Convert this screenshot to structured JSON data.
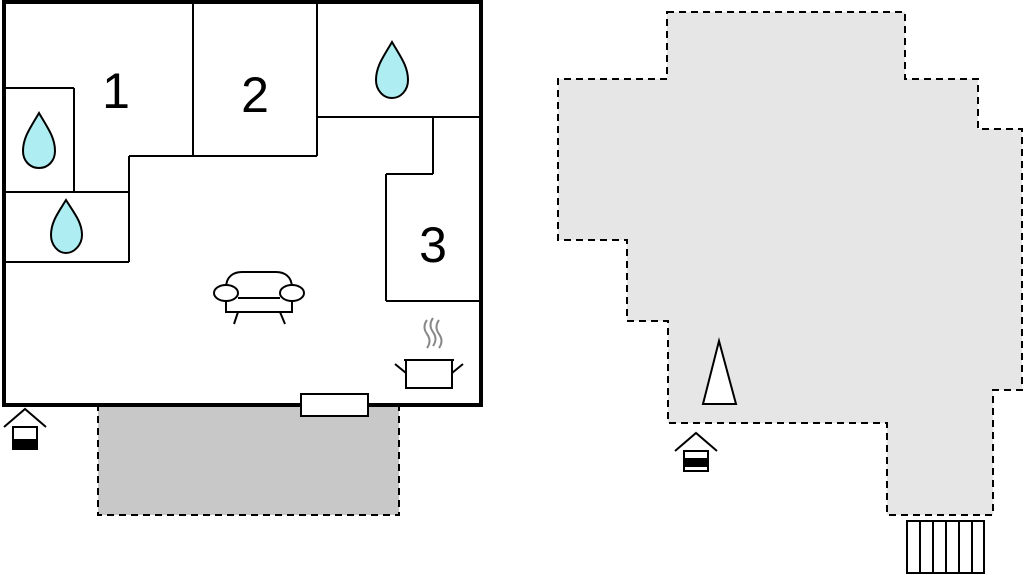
{
  "floorplan": {
    "rooms": [
      {
        "number": "1",
        "kind": "bedroom"
      },
      {
        "number": "2",
        "kind": "bedroom"
      },
      {
        "number": "3",
        "kind": "bedroom"
      }
    ],
    "icons": {
      "bathroom": "water-drop-icon",
      "living": "sofa-icon",
      "kitchen": "cooking-pot-icon",
      "entrance": "house-entrance-icon",
      "garden_tree": "tree-icon",
      "stairs": "stairs-icon"
    },
    "colors": {
      "wall": "#000000",
      "water": "#aeeef2",
      "terrace": "#c8c8c8",
      "garden": "#e6e6e6"
    }
  }
}
